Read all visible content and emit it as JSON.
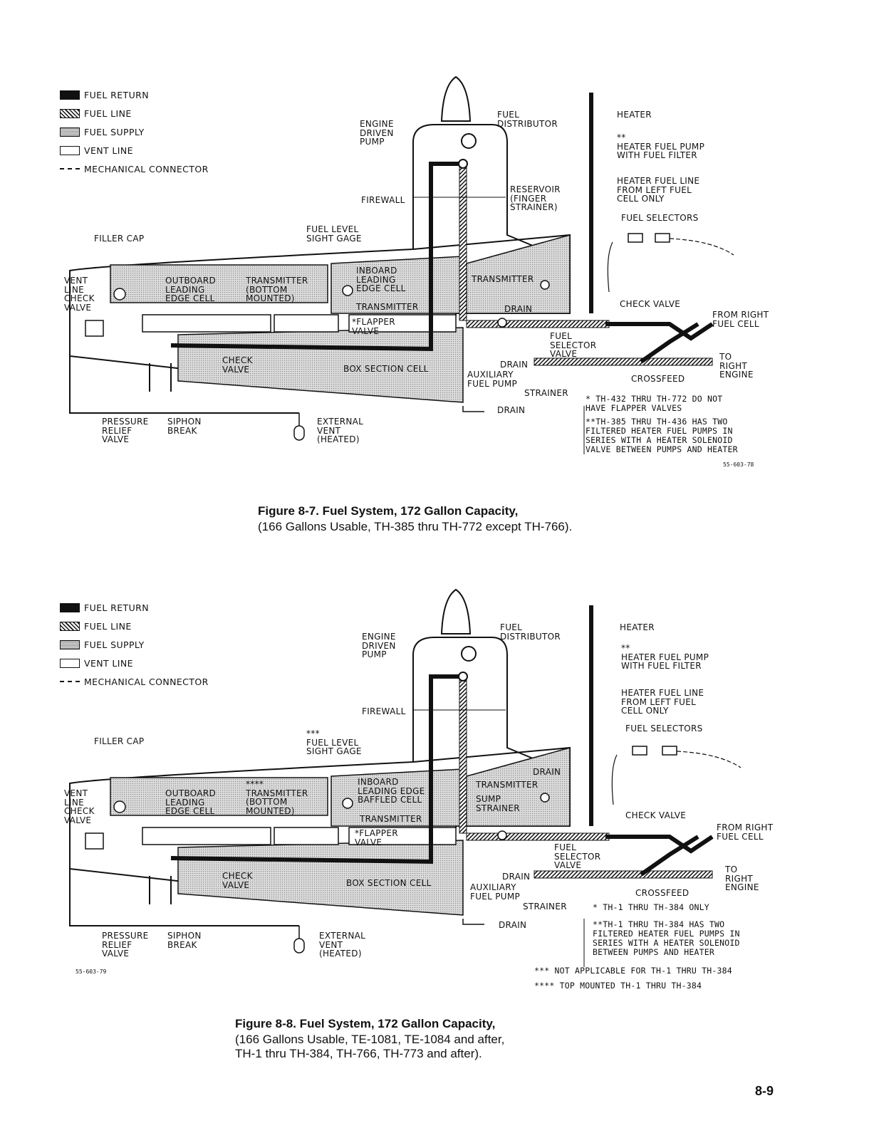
{
  "figures": [
    {
      "legend": [
        {
          "label": "FUEL RETURN",
          "swatch": "black"
        },
        {
          "label": "FUEL LINE",
          "swatch": "hatch"
        },
        {
          "label": "FUEL SUPPLY",
          "swatch": "dots"
        },
        {
          "label": "VENT LINE",
          "swatch": "white"
        },
        {
          "label": "MECHANICAL CONNECTOR",
          "swatch": "mech"
        }
      ],
      "labels": {
        "engine_driven_pump": "ENGINE\nDRIVEN\nPUMP",
        "fuel_distributor": "FUEL\nDISTRIBUTOR",
        "heater": "HEATER",
        "heater_fuel_pump": "**\nHEATER FUEL PUMP\nWITH FUEL FILTER",
        "heater_fuel_line": "HEATER FUEL LINE\nFROM LEFT FUEL\nCELL ONLY",
        "firewall": "FIREWALL",
        "reservoir": "RESERVOIR\n(FINGER\nSTRAINER)",
        "fuel_selectors": "FUEL SELECTORS",
        "filler_cap": "FILLER CAP",
        "fuel_level_sight_gage": "FUEL LEVEL\nSIGHT GAGE",
        "vent_line_check_valve": "VENT\nLINE\nCHECK\nVALVE",
        "outboard_cell": "OUTBOARD\nLEADING\nEDGE CELL",
        "transmitter_bottom": "TRANSMITTER\n(BOTTOM\nMOUNTED)",
        "inboard_cell": "INBOARD\nLEADING\nEDGE CELL",
        "transmitter_right": "TRANSMITTER",
        "drain_right": "DRAIN",
        "transmitter_mid": "TRANSMITTER",
        "flapper_valve": "*FLAPPER\nVALVE",
        "check_valve_top": "CHECK VALVE",
        "from_right_fuel_cell": "FROM RIGHT\nFUEL CELL",
        "fuel_selector_valve": "FUEL\nSELECTOR\nVALVE",
        "check_valve_box": "CHECK\nVALVE",
        "box_section_cell": "BOX SECTION CELL",
        "drain_mid": "DRAIN",
        "auxiliary_fuel_pump": "AUXILIARY\nFUEL PUMP",
        "to_right_engine": "TO\nRIGHT\nENGINE",
        "crossfeed": "CROSSFEED",
        "strainer": "STRAINER",
        "drain_bottom": "DRAIN",
        "pressure_relief_valve": "PRESSURE\nRELIEF\nVALVE",
        "siphon_break": "SIPHON\nBREAK",
        "external_vent": "EXTERNAL\nVENT\n(HEATED)"
      },
      "notes": [
        "* TH-432 THRU TH-772 DO NOT\n  HAVE FLAPPER VALVES",
        "**TH-385 THRU TH-436 HAS TWO\n  FILTERED HEATER FUEL PUMPS IN\n  SERIES WITH A HEATER SOLENOID\n  VALVE BETWEEN PUMPS AND HEATER"
      ],
      "ref_code": "55-603-78",
      "caption_title": "Figure 8-7. Fuel System, 172 Gallon Capacity,",
      "caption_sub": "(166 Gallons Usable, TH-385 thru TH-772 except TH-766)."
    },
    {
      "legend": [
        {
          "label": "FUEL RETURN",
          "swatch": "black"
        },
        {
          "label": "FUEL LINE",
          "swatch": "hatch"
        },
        {
          "label": "FUEL SUPPLY",
          "swatch": "dots"
        },
        {
          "label": "VENT LINE",
          "swatch": "white"
        },
        {
          "label": "MECHANICAL CONNECTOR",
          "swatch": "mech"
        }
      ],
      "labels": {
        "engine_driven_pump": "ENGINE\nDRIVEN\nPUMP",
        "fuel_distributor": "FUEL\nDISTRIBUTOR",
        "heater": "HEATER",
        "heater_fuel_pump": "**\nHEATER FUEL PUMP\nWITH FUEL FILTER",
        "heater_fuel_line": "HEATER FUEL LINE\nFROM LEFT FUEL\nCELL ONLY",
        "firewall": "FIREWALL",
        "fuel_selectors": "FUEL SELECTORS",
        "filler_cap": "FILLER CAP",
        "fuel_level_sight_gage": "***\nFUEL LEVEL\nSIGHT GAGE",
        "vent_line_check_valve": "VENT\nLINE\nCHECK\nVALVE",
        "outboard_cell": "OUTBOARD\nLEADING\nEDGE CELL",
        "transmitter_bottom": "****\nTRANSMITTER\n(BOTTOM\nMOUNTED)",
        "inboard_cell": "INBOARD\nLEADING EDGE\nBAFFLED CELL",
        "drain_top": "DRAIN",
        "transmitter_right": "TRANSMITTER",
        "sump_strainer": "SUMP\nSTRAINER",
        "transmitter_mid": "TRANSMITTER",
        "flapper_valve": "*FLAPPER\nVALVE",
        "check_valve_top": "CHECK VALVE",
        "from_right_fuel_cell": "FROM RIGHT\nFUEL CELL",
        "fuel_selector_valve": "FUEL\nSELECTOR\nVALVE",
        "check_valve_box": "CHECK\nVALVE",
        "box_section_cell": "BOX SECTION CELL",
        "drain_mid": "DRAIN",
        "auxiliary_fuel_pump": "AUXILIARY\nFUEL PUMP",
        "to_right_engine": "TO\nRIGHT\nENGINE",
        "crossfeed": "CROSSFEED",
        "strainer": "STRAINER",
        "drain_bottom": "DRAIN",
        "pressure_relief_valve": "PRESSURE\nRELIEF\nVALVE",
        "siphon_break": "SIPHON\nBREAK",
        "external_vent": "EXTERNAL\nVENT\n(HEATED)"
      },
      "notes": [
        "* TH-1 THRU TH-384 ONLY",
        "**TH-1 THRU TH-384 HAS TWO\n  FILTERED HEATER FUEL PUMPS IN\n  SERIES WITH A HEATER SOLENOID\n  BETWEEN PUMPS AND HEATER",
        "*** NOT APPLICABLE FOR TH-1 THRU TH-384",
        "**** TOP MOUNTED TH-1 THRU TH-384"
      ],
      "ref_code": "55-603-79",
      "caption_title": "Figure 8-8. Fuel System, 172 Gallon Capacity,",
      "caption_sub": "(166 Gallons Usable, TE-1081, TE-1084 and after,\nTH-1 thru TH-384, TH-766, TH-773 and after)."
    }
  ],
  "page_number": "8-9"
}
